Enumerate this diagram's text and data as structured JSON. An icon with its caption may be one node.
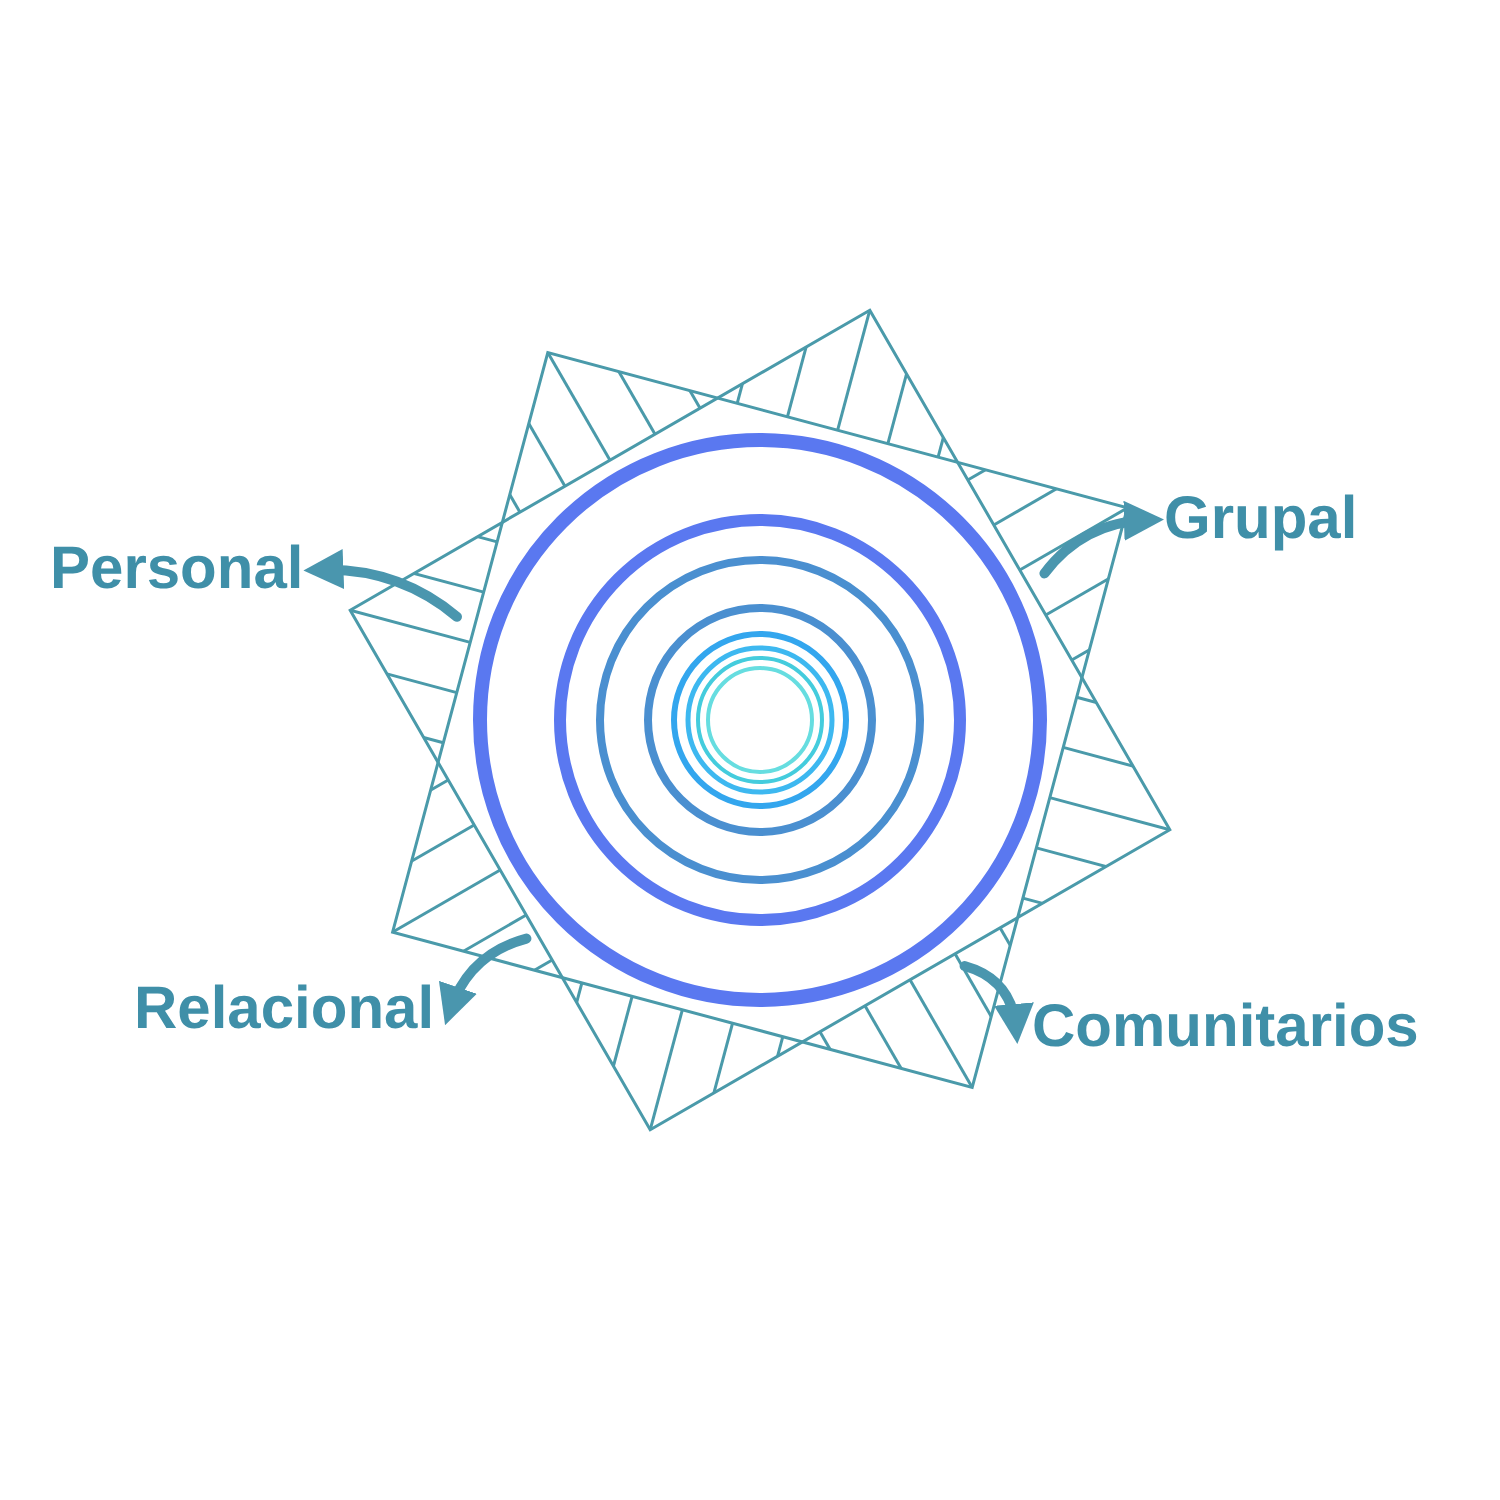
{
  "diagram": {
    "nodes": [
      {
        "text": [],
        "shape": "picture"
      },
      {
        "text": [
          "Personal"
        ]
      },
      {
        "text": [
          "Grupal"
        ]
      },
      {
        "text": [
          "Relacional"
        ]
      },
      {
        "text": [
          "Comunitarios"
        ]
      }
    ],
    "edges": [
      {
        "from": 0,
        "to": 1,
        "arrow": "to"
      },
      {
        "from": 0,
        "to": 2,
        "arrow": "to"
      },
      {
        "from": 0,
        "to": 3,
        "arrow": "to"
      },
      {
        "from": 0,
        "to": 4,
        "arrow": "to"
      }
    ]
  }
}
